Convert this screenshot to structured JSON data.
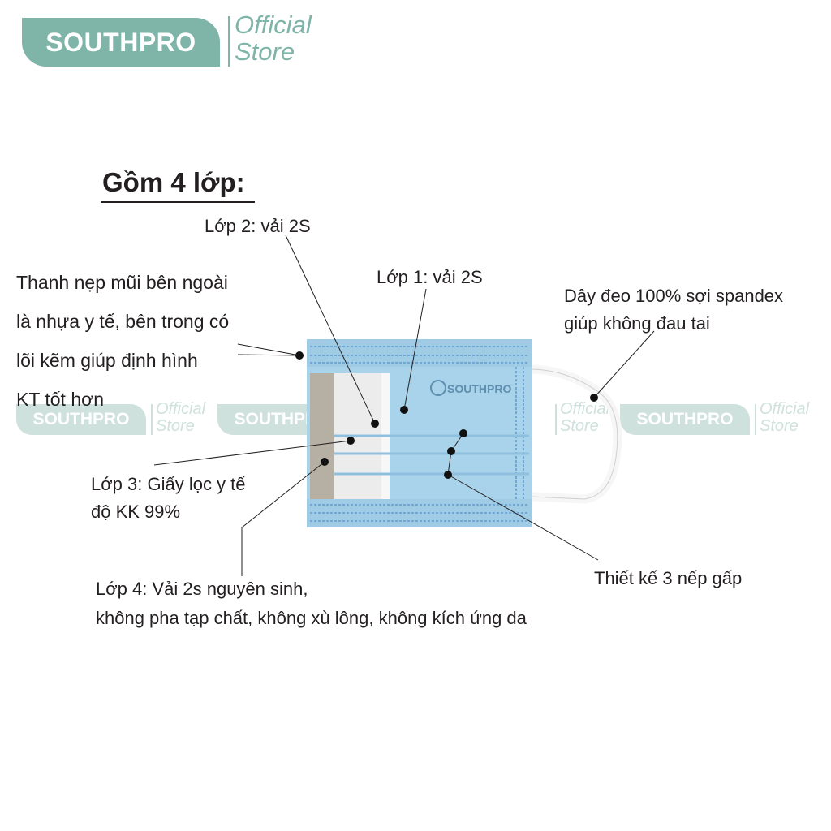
{
  "brand": {
    "name": "SOUTHPRO",
    "tagline_line1": "Official",
    "tagline_line2": "Store",
    "mask_logo_text": "SOUTHPRO",
    "accent_color": "#7fb4a8"
  },
  "heading": "Gồm 4 lớp:",
  "labels": {
    "layer2": "Lớp 2: vải 2S",
    "layer1": "Lớp 1: vải 2S",
    "nose_bar": [
      "Thanh nẹp mũi bên ngoài",
      "là nhựa y tế, bên trong có",
      "lõi kẽm giúp định hình",
      "KT tốt hơn"
    ],
    "strap": [
      "Dây đeo 100% sợi spandex",
      "giúp không đau tai"
    ],
    "layer3": [
      "Lớp 3: Giấy lọc y tế",
      "độ KK 99%"
    ],
    "layer4": [
      "Lớp 4: Vải 2s nguyên sinh,",
      "không pha tạp chất, không xù lông, không kích ứng da"
    ],
    "pleats": "Thiết kế 3 nếp gấp"
  },
  "colors": {
    "mask_blue": "#a9d3ea",
    "mask_blue_dark": "#6fb1dc",
    "strap_white": "#fbfbfb",
    "layer_white": "#eeeeee",
    "layer_gray": "#b8b2a8"
  }
}
